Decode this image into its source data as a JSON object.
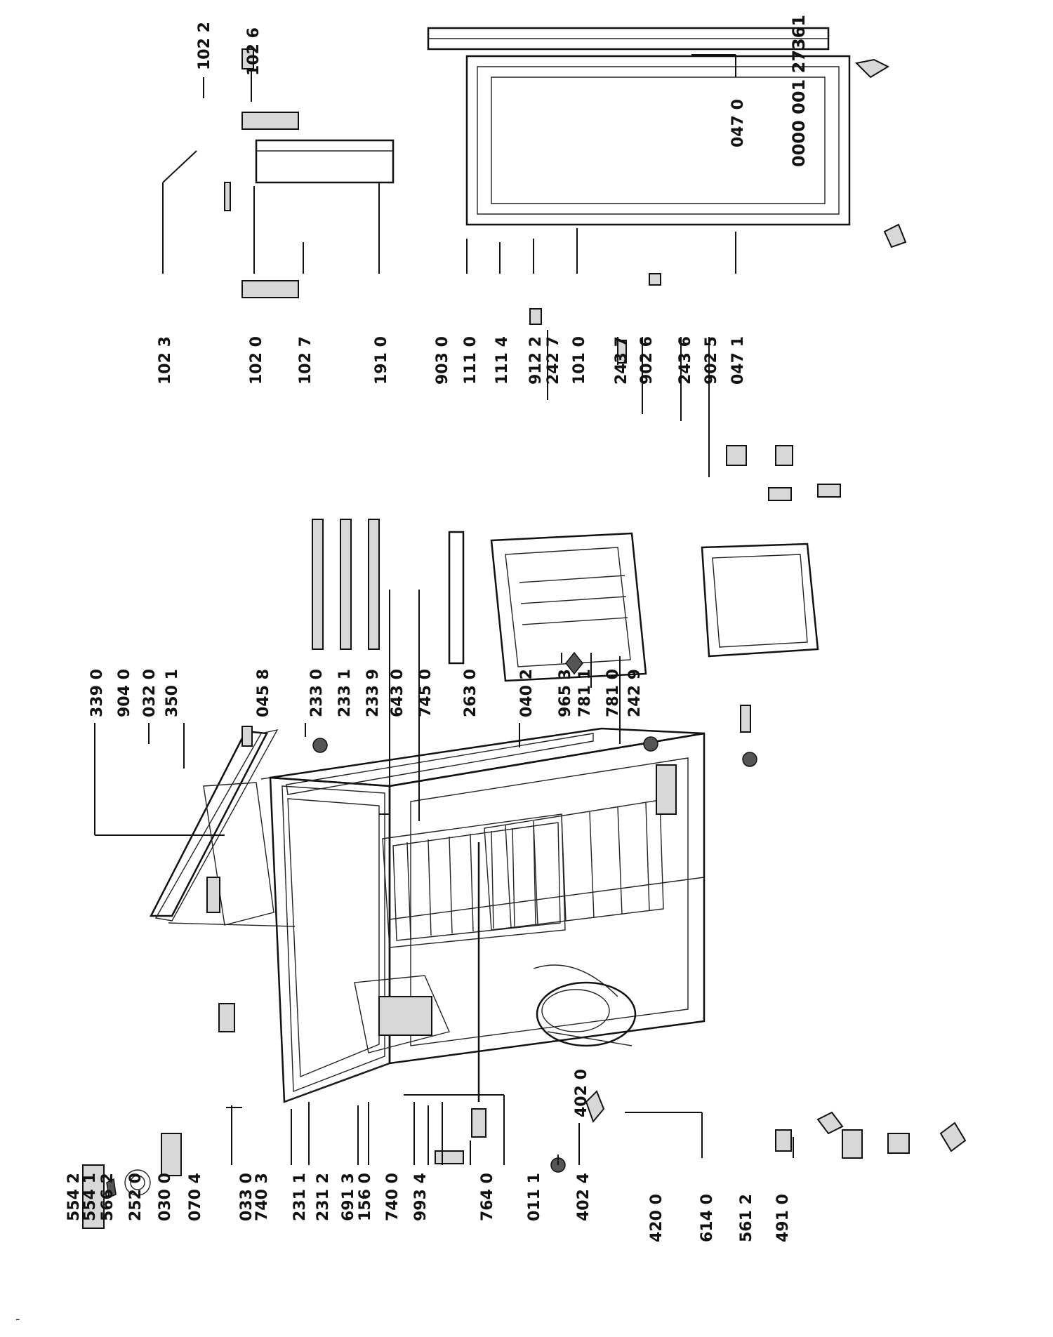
{
  "document_number": "0000 001 27361",
  "corner_mark": "-",
  "labels": {
    "l554_2": "554 2",
    "l554_1": "554 1",
    "l566_2": "566 2",
    "l252_0": "252 0",
    "l030_0": "030 0",
    "l070_4": "070 4",
    "l033_0": "033 0",
    "l740_3": "740 3",
    "l231_1": "231 1",
    "l231_2": "231 2",
    "l691_3": "691 3",
    "l156_0": "156 0",
    "l740_0": "740 0",
    "l993_4": "993 4",
    "l764_0": "764 0",
    "l011_1": "011 1",
    "l402_4": "402 4",
    "l420_0": "420 0",
    "l614_0": "614 0",
    "l561_2": "561 2",
    "l491_0": "491 0",
    "l402_0": "402 0",
    "l339_0": "339 0",
    "l904_0": "904 0",
    "l032_0": "032 0",
    "l350_1": "350 1",
    "l045_8": "045 8",
    "l233_0": "233 0",
    "l233_1": "233 1",
    "l233_9": "233 9",
    "l643_0": "643 0",
    "l745_0": "745 0",
    "l263_0": "263 0",
    "l040_2": "040 2",
    "l965_3": "965 3",
    "l781_1": "781 1",
    "l781_0": "781 0",
    "l242_9": "242 9",
    "l102_3": "102 3",
    "l102_0": "102 0",
    "l102_7": "102 7",
    "l191_0": "191 0",
    "l903_0": "903 0",
    "l111_0": "111 0",
    "l111_4": "111 4",
    "l912_2": "912 2",
    "l242_7": "242 7",
    "l101_0": "101 0",
    "l243_7": "243 7",
    "l902_6": "902 6",
    "l243_6": "243 6",
    "l902_5": "902 5",
    "l047_1": "047 1",
    "l047_0": "047 0",
    "l102_2": "102 2",
    "l102_6": "102 6"
  }
}
